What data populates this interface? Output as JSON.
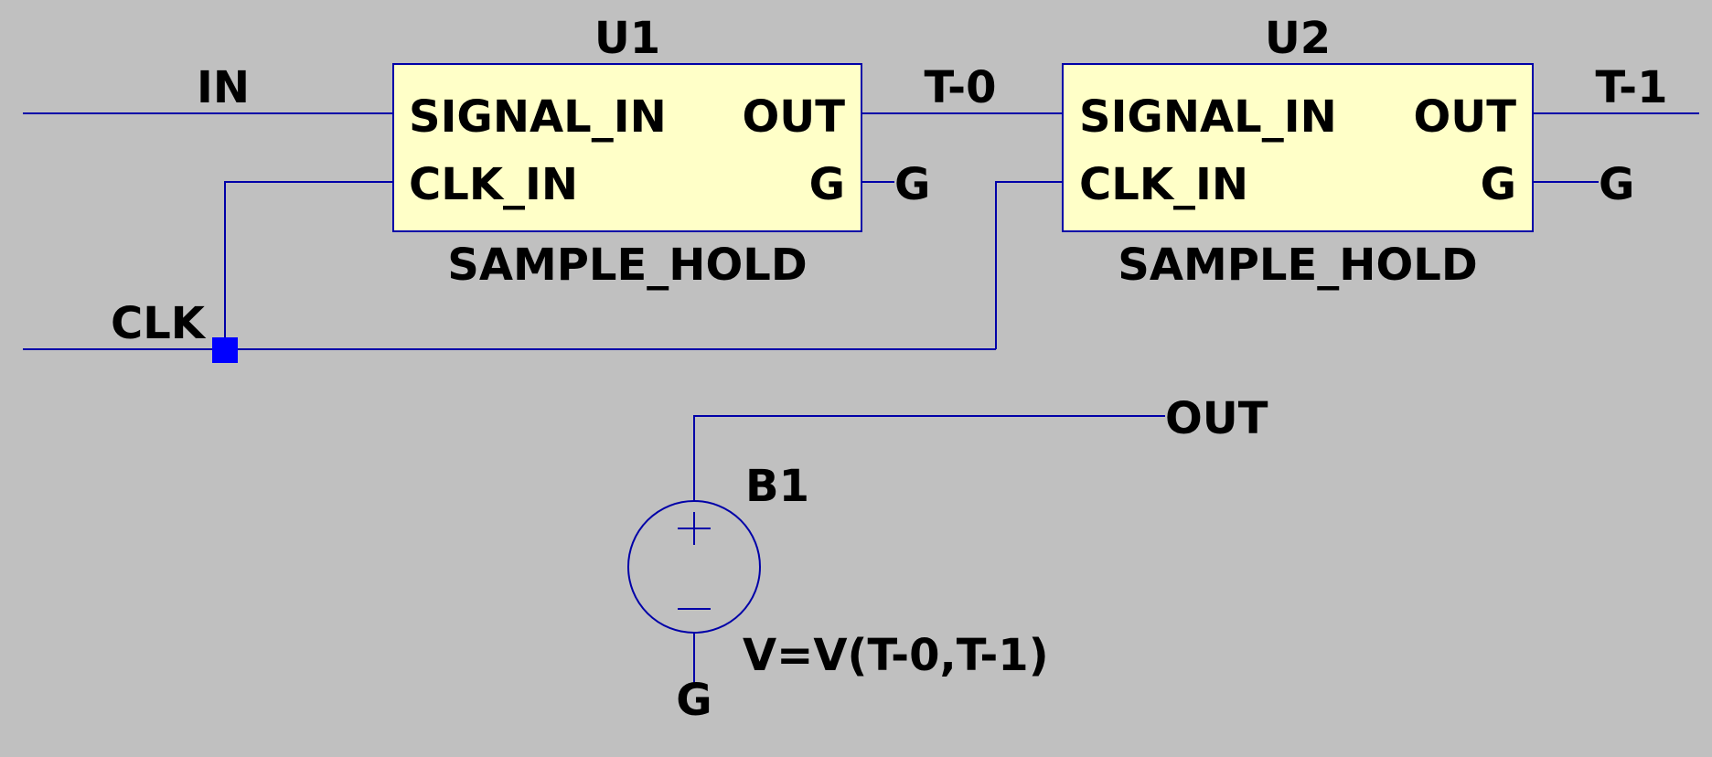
{
  "colors": {
    "background": "#c0c0c0",
    "wire": "#0000a8",
    "component_fill": "#ffffc8",
    "junction": "#0000ff",
    "text": "#000000"
  },
  "components": [
    {
      "ref": "U1",
      "type": "SAMPLE_HOLD",
      "pins": {
        "in": "SIGNAL_IN",
        "clk": "CLK_IN",
        "out": "OUT",
        "g": "G"
      }
    },
    {
      "ref": "U2",
      "type": "SAMPLE_HOLD",
      "pins": {
        "in": "SIGNAL_IN",
        "clk": "CLK_IN",
        "out": "OUT",
        "g": "G"
      }
    }
  ],
  "source": {
    "ref": "B1",
    "value": "V=V(T-0,T-1)"
  },
  "nets": {
    "in": "IN",
    "clk": "CLK",
    "t0": "T-0",
    "t1": "T-1",
    "g1": "G",
    "g2": "G",
    "out": "OUT",
    "gnd": "G"
  }
}
